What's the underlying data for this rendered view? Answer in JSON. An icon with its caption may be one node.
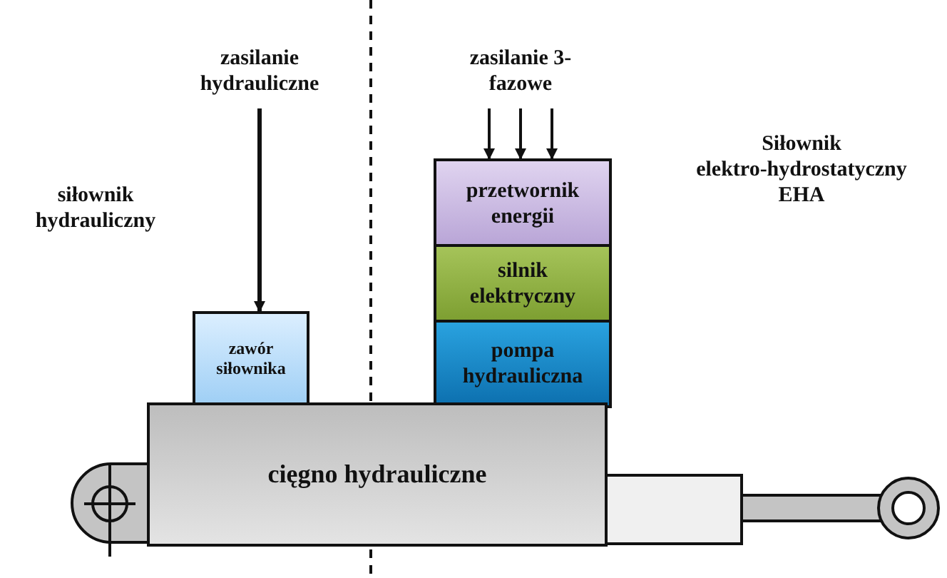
{
  "diagram": {
    "nodes": [
      {
        "text": [
          "zasilanie hydrauliczne"
        ]
      },
      {
        "text": [
          "zawór siłownika"
        ]
      },
      {
        "text": [
          "zasilanie 3-fazowe"
        ]
      },
      {
        "text": [
          "przetwornik energii"
        ]
      },
      {
        "text": [
          "silnik elektryczny"
        ]
      },
      {
        "text": [
          "pompa hydrauliczna"
        ]
      },
      {
        "text": [
          "cięgno hydrauliczne"
        ]
      }
    ],
    "edges": [
      {
        "from": 0,
        "to": 1,
        "arrow": "to"
      },
      {
        "from": 2,
        "to": 3,
        "arrow": "to"
      },
      {
        "from": 2,
        "to": 3,
        "arrow": "to"
      },
      {
        "from": 2,
        "to": 3,
        "arrow": "to"
      }
    ],
    "labels": [
      "siłownik hydrauliczny",
      "Siłownik elektro-hydrostatyczny EHA"
    ]
  }
}
